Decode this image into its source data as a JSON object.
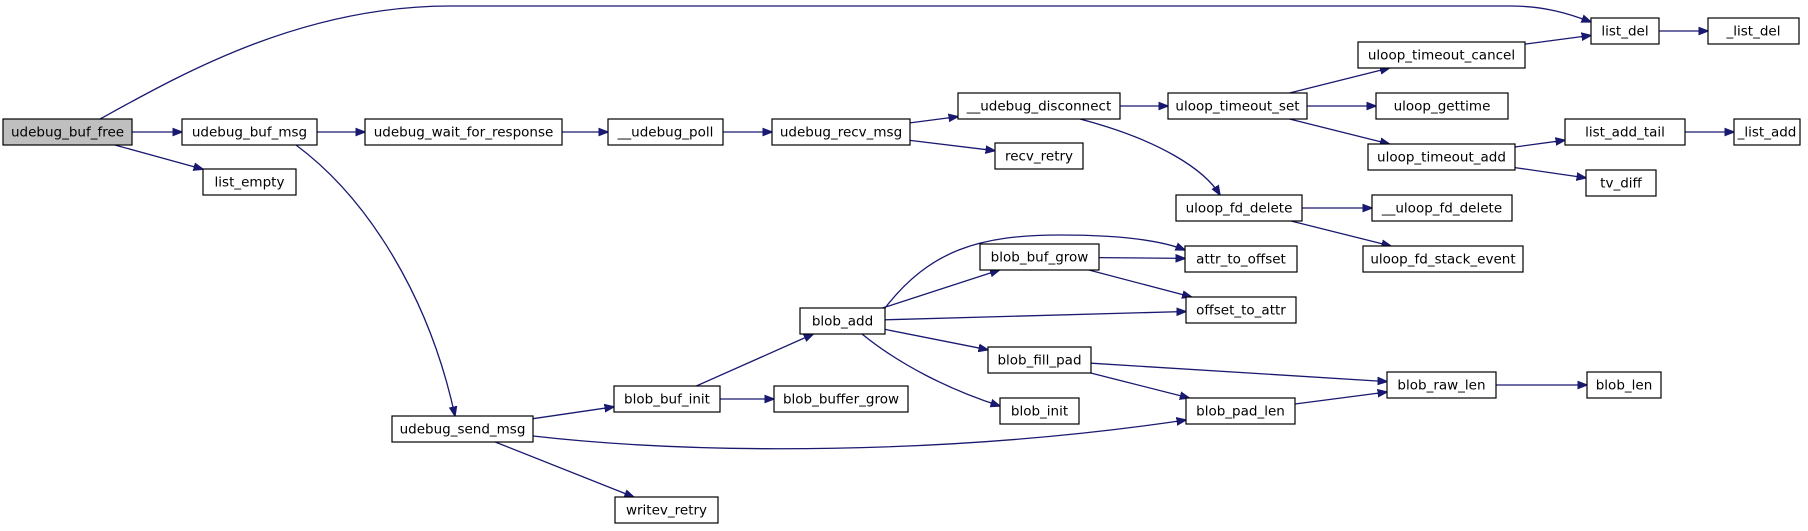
{
  "graph": {
    "root": "udebug_buf_free",
    "nodes": [
      {
        "id": "udebug_buf_free",
        "label": "udebug_buf_free",
        "root": true
      },
      {
        "id": "udebug_buf_msg",
        "label": "udebug_buf_msg"
      },
      {
        "id": "list_empty",
        "label": "list_empty"
      },
      {
        "id": "list_del",
        "label": "list_del"
      },
      {
        "id": "_list_del",
        "label": "_list_del"
      },
      {
        "id": "udebug_wait_for_response",
        "label": "udebug_wait_for_response"
      },
      {
        "id": "__udebug_poll",
        "label": "__udebug_poll"
      },
      {
        "id": "udebug_recv_msg",
        "label": "udebug_recv_msg"
      },
      {
        "id": "__udebug_disconnect",
        "label": "__udebug_disconnect"
      },
      {
        "id": "recv_retry",
        "label": "recv_retry"
      },
      {
        "id": "uloop_timeout_set",
        "label": "uloop_timeout_set"
      },
      {
        "id": "uloop_timeout_cancel",
        "label": "uloop_timeout_cancel"
      },
      {
        "id": "uloop_gettime",
        "label": "uloop_gettime"
      },
      {
        "id": "uloop_timeout_add",
        "label": "uloop_timeout_add"
      },
      {
        "id": "list_add_tail",
        "label": "list_add_tail"
      },
      {
        "id": "_list_add",
        "label": "_list_add"
      },
      {
        "id": "tv_diff",
        "label": "tv_diff"
      },
      {
        "id": "uloop_fd_delete",
        "label": "uloop_fd_delete"
      },
      {
        "id": "__uloop_fd_delete",
        "label": "__uloop_fd_delete"
      },
      {
        "id": "uloop_fd_stack_event",
        "label": "uloop_fd_stack_event"
      },
      {
        "id": "udebug_send_msg",
        "label": "udebug_send_msg"
      },
      {
        "id": "blob_buf_init",
        "label": "blob_buf_init"
      },
      {
        "id": "blob_buffer_grow",
        "label": "blob_buffer_grow"
      },
      {
        "id": "writev_retry",
        "label": "writev_retry"
      },
      {
        "id": "blob_add",
        "label": "blob_add"
      },
      {
        "id": "blob_buf_grow",
        "label": "blob_buf_grow"
      },
      {
        "id": "attr_to_offset",
        "label": "attr_to_offset"
      },
      {
        "id": "offset_to_attr",
        "label": "offset_to_attr"
      },
      {
        "id": "blob_fill_pad",
        "label": "blob_fill_pad"
      },
      {
        "id": "blob_init",
        "label": "blob_init"
      },
      {
        "id": "blob_pad_len",
        "label": "blob_pad_len"
      },
      {
        "id": "blob_raw_len",
        "label": "blob_raw_len"
      },
      {
        "id": "blob_len",
        "label": "blob_len"
      }
    ],
    "edges": [
      [
        "udebug_buf_free",
        "list_del"
      ],
      [
        "udebug_buf_free",
        "udebug_buf_msg"
      ],
      [
        "udebug_buf_free",
        "list_empty"
      ],
      [
        "list_del",
        "_list_del"
      ],
      [
        "udebug_buf_msg",
        "udebug_wait_for_response"
      ],
      [
        "udebug_buf_msg",
        "udebug_send_msg"
      ],
      [
        "udebug_wait_for_response",
        "__udebug_poll"
      ],
      [
        "__udebug_poll",
        "udebug_recv_msg"
      ],
      [
        "udebug_recv_msg",
        "__udebug_disconnect"
      ],
      [
        "udebug_recv_msg",
        "recv_retry"
      ],
      [
        "__udebug_disconnect",
        "uloop_timeout_set"
      ],
      [
        "__udebug_disconnect",
        "uloop_fd_delete"
      ],
      [
        "uloop_timeout_set",
        "uloop_timeout_cancel"
      ],
      [
        "uloop_timeout_set",
        "uloop_gettime"
      ],
      [
        "uloop_timeout_set",
        "uloop_timeout_add"
      ],
      [
        "uloop_timeout_cancel",
        "list_del"
      ],
      [
        "uloop_timeout_add",
        "list_add_tail"
      ],
      [
        "uloop_timeout_add",
        "tv_diff"
      ],
      [
        "list_add_tail",
        "_list_add"
      ],
      [
        "uloop_fd_delete",
        "__uloop_fd_delete"
      ],
      [
        "uloop_fd_delete",
        "uloop_fd_stack_event"
      ],
      [
        "udebug_send_msg",
        "blob_buf_init"
      ],
      [
        "udebug_send_msg",
        "blob_pad_len"
      ],
      [
        "udebug_send_msg",
        "writev_retry"
      ],
      [
        "blob_buf_init",
        "blob_add"
      ],
      [
        "blob_buf_init",
        "blob_buffer_grow"
      ],
      [
        "blob_add",
        "attr_to_offset"
      ],
      [
        "blob_add",
        "blob_buf_grow"
      ],
      [
        "blob_add",
        "offset_to_attr"
      ],
      [
        "blob_add",
        "blob_fill_pad"
      ],
      [
        "blob_add",
        "blob_init"
      ],
      [
        "blob_buf_grow",
        "attr_to_offset"
      ],
      [
        "blob_buf_grow",
        "offset_to_attr"
      ],
      [
        "blob_fill_pad",
        "blob_raw_len"
      ],
      [
        "blob_fill_pad",
        "blob_pad_len"
      ],
      [
        "blob_pad_len",
        "blob_raw_len"
      ],
      [
        "blob_raw_len",
        "blob_len"
      ]
    ],
    "colors": {
      "edge": "#191970",
      "node_border": "#000000",
      "node_fill": "#ffffff",
      "root_fill": "#bfbfbf"
    }
  }
}
